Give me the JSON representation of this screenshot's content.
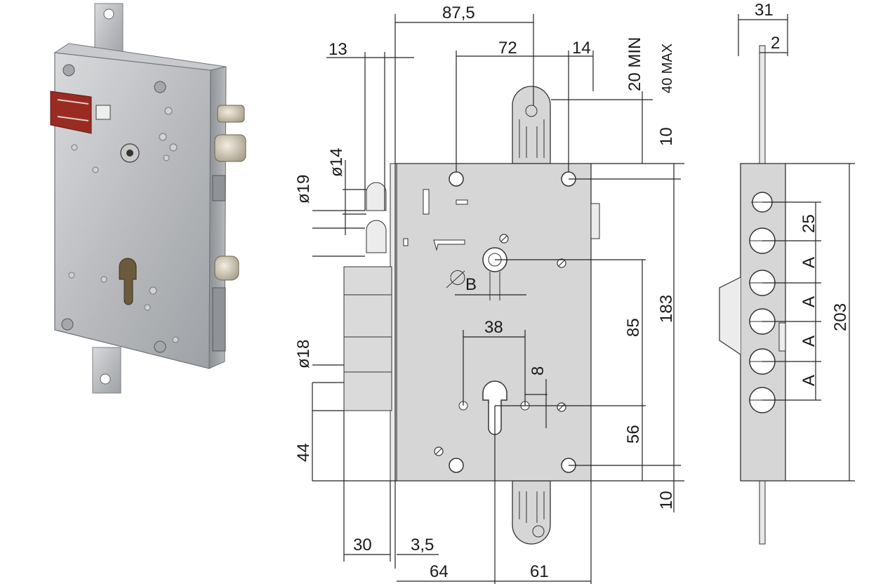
{
  "drawing": {
    "dimensions": {
      "d87_5": "87,5",
      "d13": "13",
      "d72": "72",
      "d14": "14",
      "d20min": "20 MIN",
      "d40max": "40 MAX",
      "d10_top": "10",
      "d19": "ø19",
      "d14_dia": "ø14",
      "d_b": "B",
      "d38": "38",
      "d8": "8",
      "d85": "85",
      "d183": "183",
      "d18": "ø18",
      "d56": "56",
      "d44": "44",
      "d10_bottom": "10",
      "d30": "30",
      "d3_5": "3,5",
      "d64": "64",
      "d61": "61",
      "d31": "31",
      "d2": "2",
      "d25": "25",
      "dA1": "A",
      "dA2": "A",
      "dA3": "A",
      "dA4": "A",
      "d203": "203"
    }
  }
}
